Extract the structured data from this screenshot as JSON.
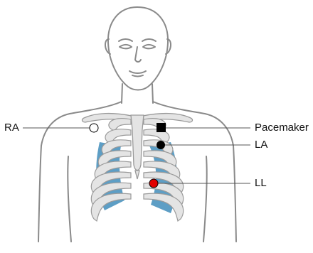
{
  "diagram": {
    "labels": {
      "ra": "RA",
      "pacemaker": "Pacemaker",
      "la": "LA",
      "ll": "LL"
    },
    "colors": {
      "outline": "#8a8a8a",
      "bone_fill": "#e4e4e4",
      "bone_edge": "#9a9a9a",
      "intercostal": "#4b93bf",
      "ra_marker_fill": "#ffffff",
      "la_marker_fill": "#000000",
      "ll_marker_fill": "#e00000",
      "pacemaker_marker_fill": "#000000",
      "leader_line": "#555555"
    }
  }
}
